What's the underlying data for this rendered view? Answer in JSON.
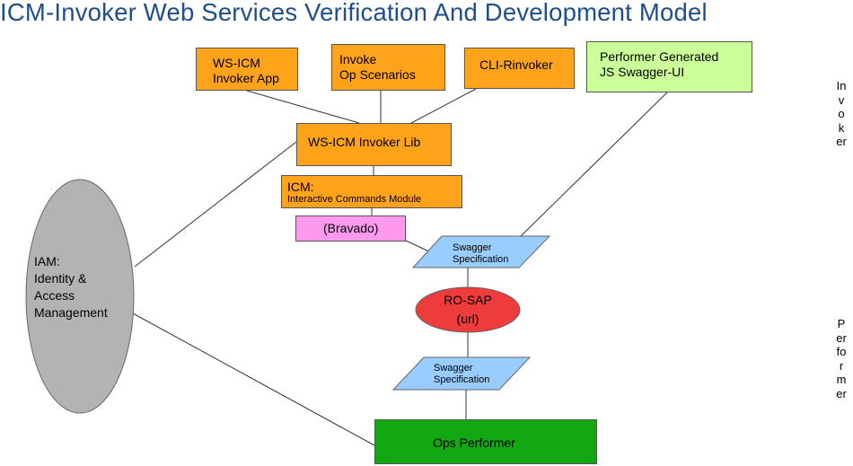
{
  "title": "ICM-Invoker Web Services Verification And Development Model",
  "nodes": {
    "wsicm_app": "WS-ICM\nInvoker App",
    "op_scenarios": "Invoke\nOp Scenarios",
    "cli_rinvoker": "CLI-Rinvoker",
    "swagger_ui": "Performer Generated\nJS Swagger-UI",
    "invoker_lib": "WS-ICM Invoker Lib",
    "icm_title": "ICM:",
    "icm_sub": "Interactive Commands Module",
    "bravado": "(Bravado)",
    "swagger_spec_top": "Swagger\nSpecification",
    "ro_sap": "RO-SAP\n(url)",
    "swagger_spec_bottom": "Swagger\nSpecification",
    "ops_performer": "Ops Performer",
    "iam": "IAM:\nIdentity &\nAccess\nManagement"
  },
  "side_labels": {
    "invoker": "Invoker",
    "performer": "Performer"
  },
  "colors": {
    "title": "#1f4e8c",
    "orange": "#ffa31a",
    "light_green": "#ccff99",
    "pink": "#ff99ee",
    "light_blue": "#99ccff",
    "red": "#ee3b3b",
    "gray": "#b3b3b3",
    "dark_green": "#11a811"
  }
}
